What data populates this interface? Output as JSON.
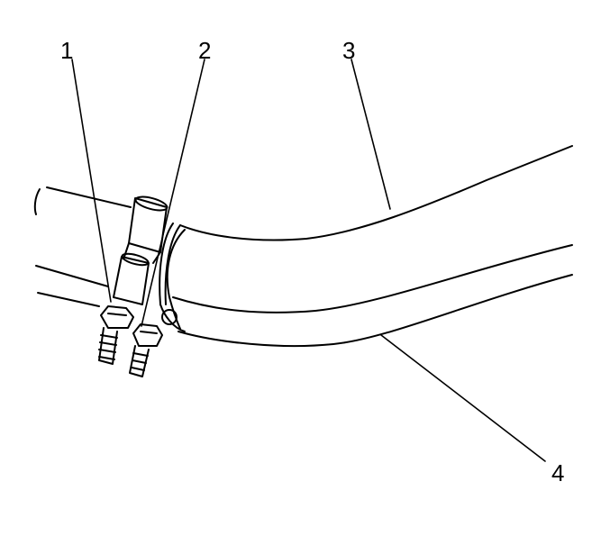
{
  "callouts": [
    {
      "id": "1",
      "text": "1"
    },
    {
      "id": "2",
      "text": "2"
    },
    {
      "id": "3",
      "text": "3"
    },
    {
      "id": "4",
      "text": "4"
    }
  ],
  "colors": {
    "line": "#000000",
    "background": "#ffffff"
  }
}
